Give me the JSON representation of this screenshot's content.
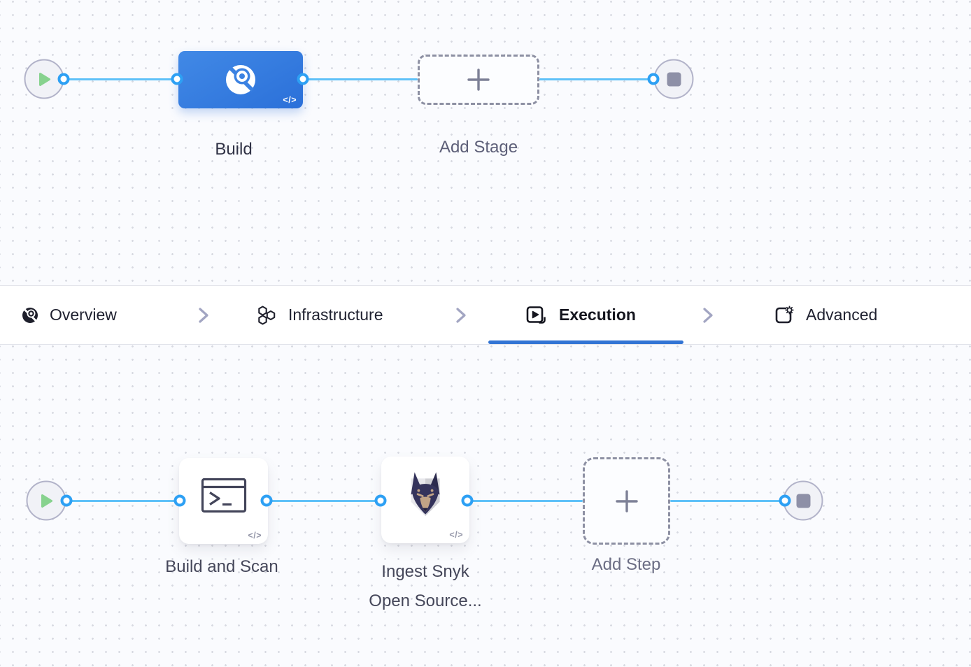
{
  "stage_canvas": {
    "build_stage": {
      "label": "Build",
      "code_glyph": "</>"
    },
    "add_stage": {
      "label": "Add Stage"
    }
  },
  "tab_bar": {
    "tabs": [
      {
        "label": "Overview",
        "icon": "ci-overview-icon",
        "active": false
      },
      {
        "label": "Infrastructure",
        "icon": "infrastructure-icon",
        "active": false
      },
      {
        "label": "Execution",
        "icon": "execution-icon",
        "active": true
      },
      {
        "label": "Advanced",
        "icon": "advanced-icon",
        "active": false
      }
    ]
  },
  "execution_canvas": {
    "build_and_scan_step": {
      "label": "Build and Scan",
      "code_glyph": "</>"
    },
    "snyk_step": {
      "label_line1": "Ingest Snyk",
      "label_line2": "Open Source...",
      "code_glyph": "</>"
    },
    "add_step": {
      "label": "Add Step"
    }
  },
  "icons": {
    "start_node": "play-icon",
    "end_node": "stop-icon",
    "build_stage": "ci-build-icon",
    "add_nodes": "plus-icon",
    "code_badge": "code-icon",
    "tab_separator": "chevron-right-icon",
    "build_and_scan_step": "terminal-icon",
    "snyk_step": "snyk-doberman-icon"
  },
  "colors": {
    "stage_blue": "#3b82e2",
    "connector_line": "#5fc1f8",
    "connector_dot_ring": "#2da0f4",
    "tab_underline": "#3274d4",
    "play_green": "#87d28e",
    "stop_gray": "#8e90a7",
    "canvas_bg": "#fafbfe",
    "dot_grid": "#d7d9e1",
    "dashed_border": "#8d90a3"
  }
}
